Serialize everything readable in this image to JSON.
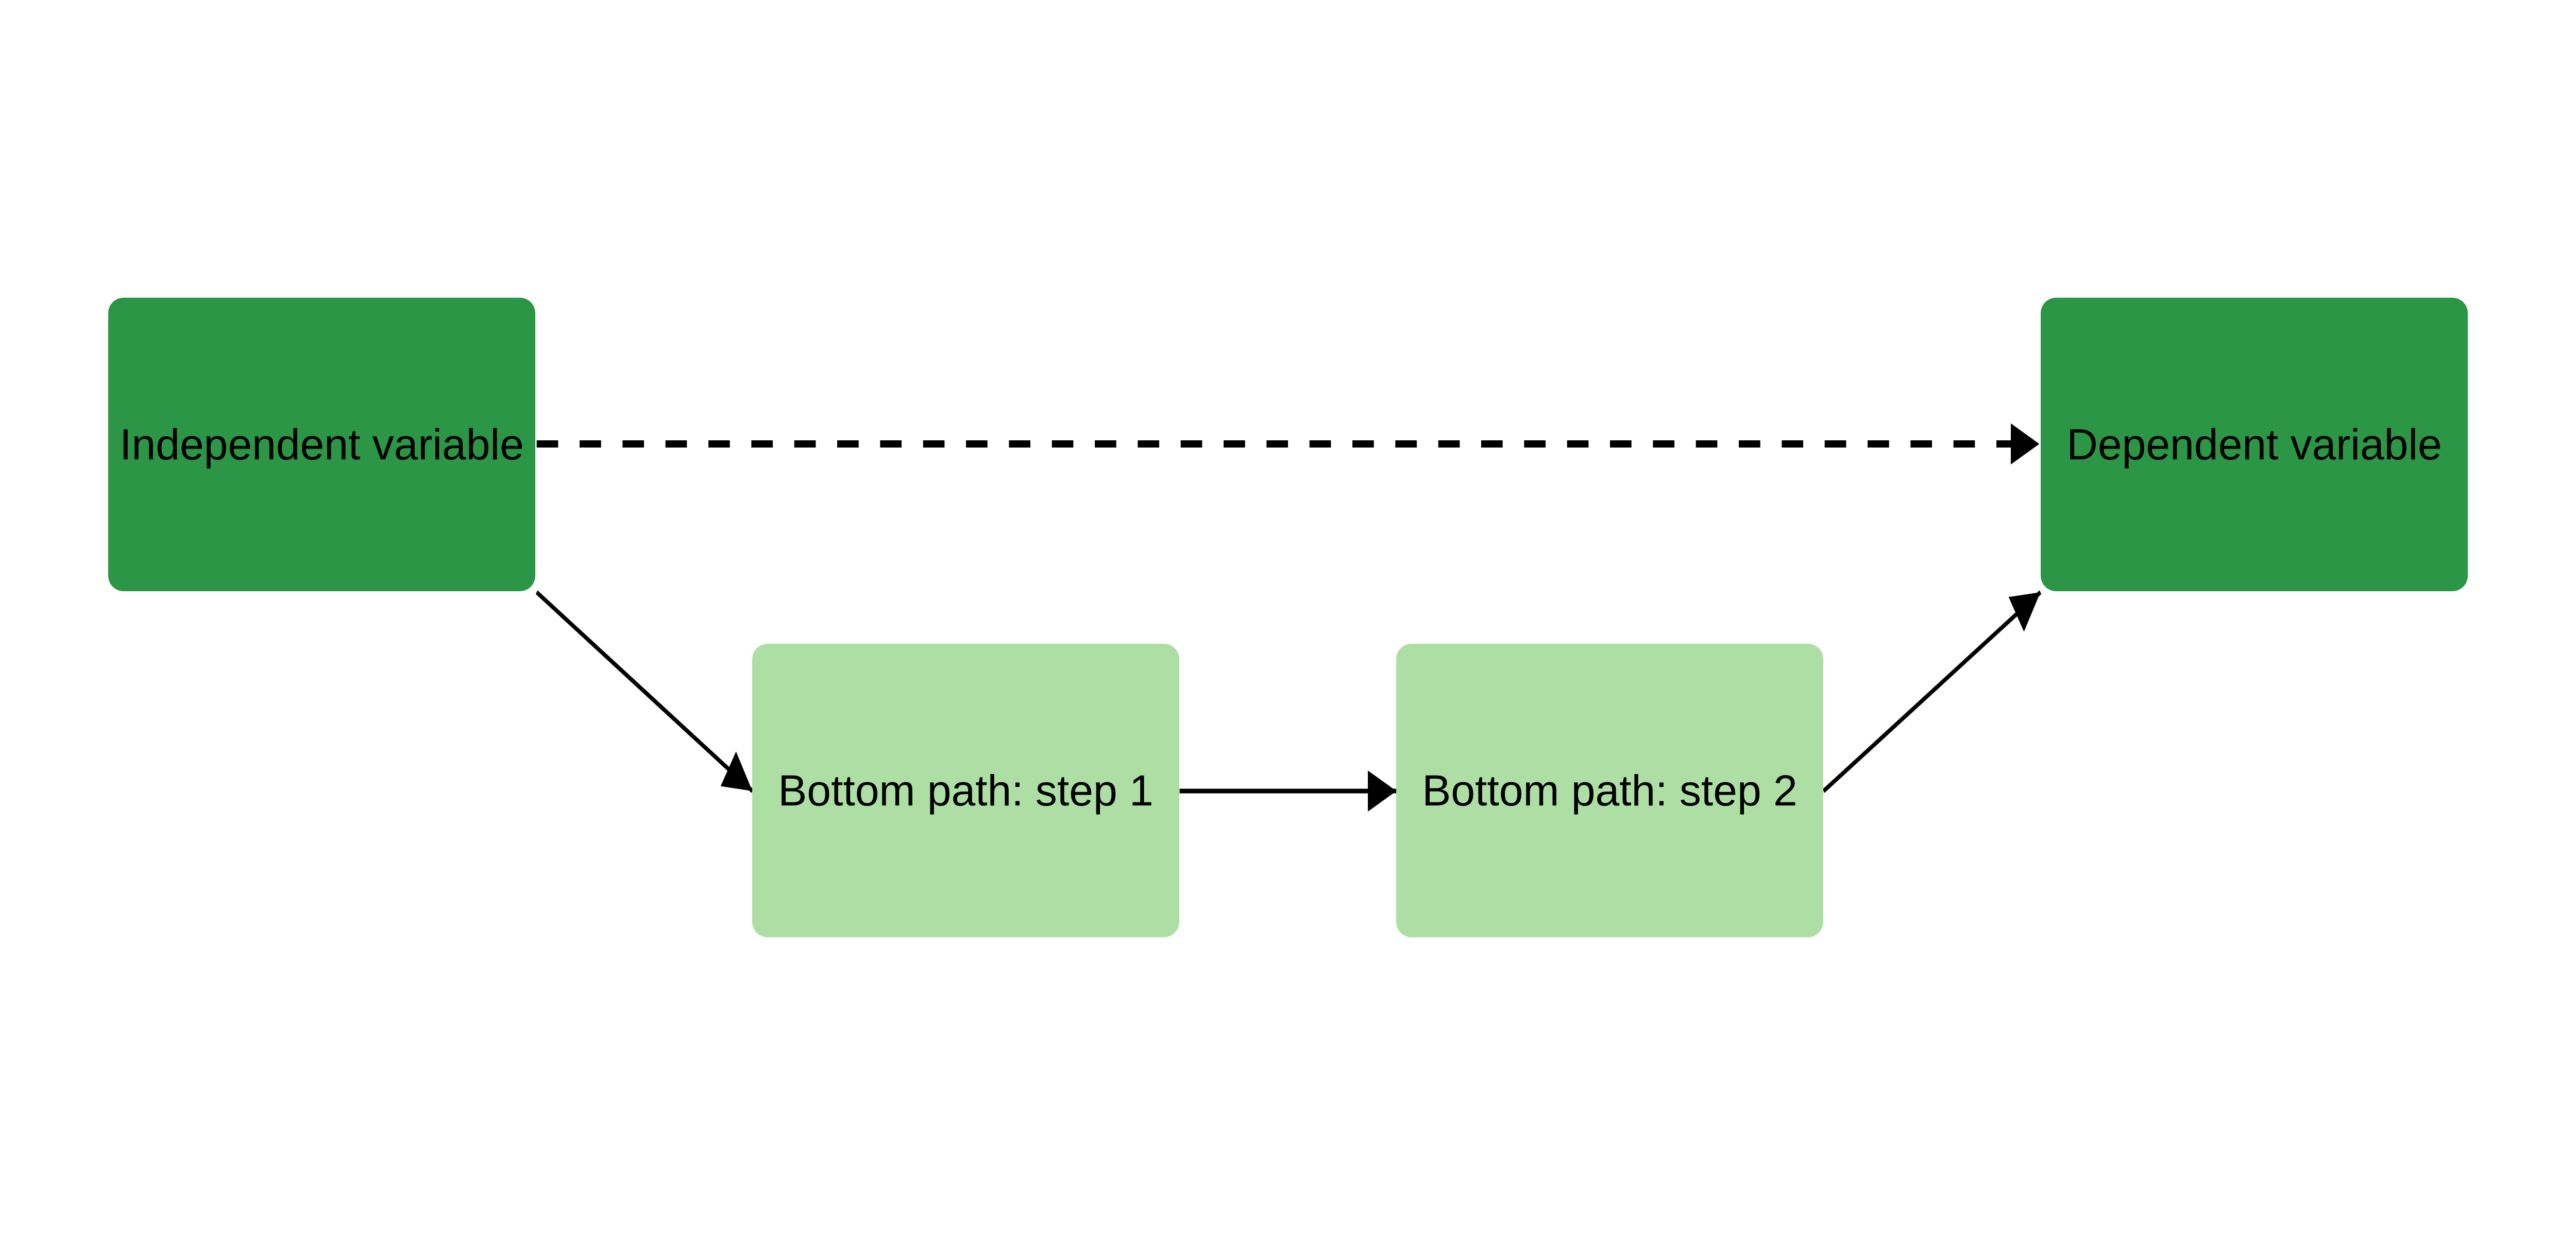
{
  "nodes": {
    "independent": {
      "label": "Independent variable",
      "color": "#2b9645"
    },
    "dependent": {
      "label": "Dependent variable",
      "color": "#2b9645"
    },
    "step1": {
      "label": "Bottom path: step 1",
      "color": "#addfa4"
    },
    "step2": {
      "label": "Bottom path: step 2",
      "color": "#addfa4"
    }
  },
  "edges": [
    {
      "from": "independent",
      "to": "dependent",
      "style": "dashed"
    },
    {
      "from": "independent",
      "to": "step1",
      "style": "solid"
    },
    {
      "from": "step1",
      "to": "step2",
      "style": "solid"
    },
    {
      "from": "step2",
      "to": "dependent",
      "style": "solid"
    }
  ]
}
